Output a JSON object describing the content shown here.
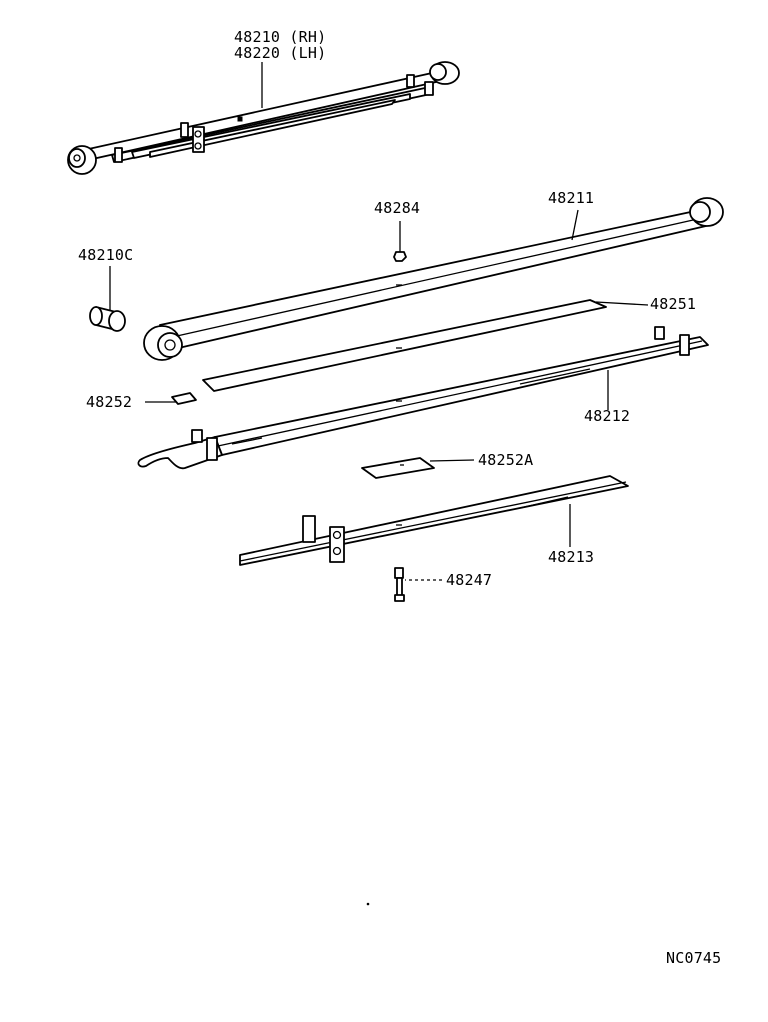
{
  "diagram": {
    "code": "NC0745",
    "parts": [
      {
        "id": "assembly",
        "line1": "48210 (RH)",
        "line2": "48220 (LH)"
      },
      {
        "id": "bushing",
        "number": "48210C"
      },
      {
        "id": "nut",
        "number": "48284"
      },
      {
        "id": "leaf1",
        "number": "48211"
      },
      {
        "id": "liner",
        "number": "48251"
      },
      {
        "id": "pad",
        "number": "48252"
      },
      {
        "id": "leaf2",
        "number": "48212"
      },
      {
        "id": "pad-a",
        "number": "48252A"
      },
      {
        "id": "leaf3",
        "number": "48213"
      },
      {
        "id": "bolt",
        "number": "48247"
      }
    ]
  }
}
